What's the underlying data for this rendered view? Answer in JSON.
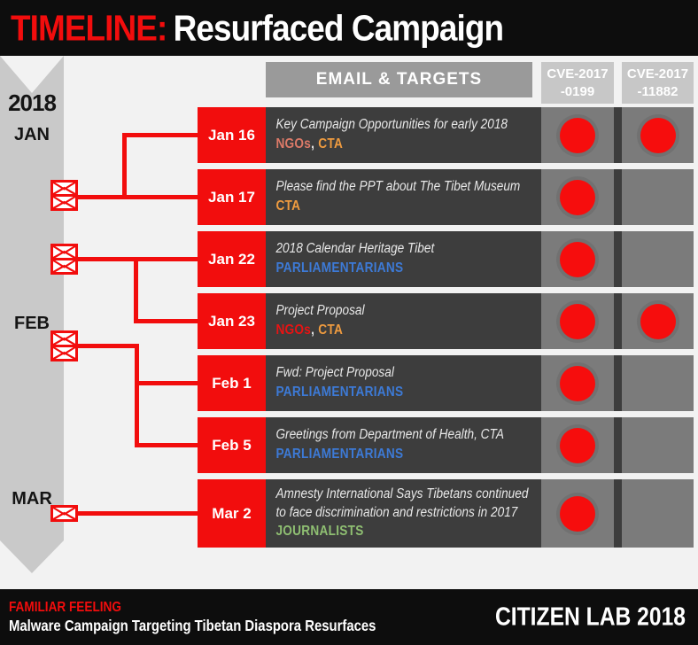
{
  "title": {
    "prefix": "TIMELINE:",
    "text": "Resurfaced Campaign"
  },
  "timeline": {
    "year": "2018",
    "months": [
      "JAN",
      "FEB",
      "MAR"
    ]
  },
  "table": {
    "header": "EMAIL & TARGETS",
    "cve_columns": [
      {
        "line1": "CVE-2017",
        "line2": "-0199"
      },
      {
        "line1": "CVE-2017",
        "line2": "-11882"
      }
    ]
  },
  "envelope_groups": [
    {
      "count": 2
    },
    {
      "count": 2
    },
    {
      "count": 2
    },
    {
      "count": 1
    }
  ],
  "rows": [
    {
      "date": "Jan 16",
      "subject": [
        "Key Campaign Opportunities for early 2018"
      ],
      "targets": [
        {
          "label": "NGOs",
          "color": "#dd7a68"
        },
        {
          "label": ", ",
          "color": "#e8e8e8"
        },
        {
          "label": "CTA",
          "color": "#ef9b3f"
        }
      ],
      "cve": [
        true,
        true
      ]
    },
    {
      "date": "Jan 17",
      "subject": [
        "Please find the PPT about The Tibet Museum"
      ],
      "targets": [
        {
          "label": "CTA",
          "color": "#ef9b3f"
        }
      ],
      "cve": [
        true,
        false
      ]
    },
    {
      "date": "Jan 22",
      "subject": [
        "2018 Calendar Heritage Tibet"
      ],
      "targets": [
        {
          "label": "PARLIAMENTARIANS",
          "color": "#3d7ad6"
        }
      ],
      "cve": [
        true,
        false
      ]
    },
    {
      "date": "Jan 23",
      "subject": [
        "Project Proposal"
      ],
      "targets": [
        {
          "label": "NGOs",
          "color": "#e81313"
        },
        {
          "label": ", ",
          "color": "#e8e8e8"
        },
        {
          "label": "CTA",
          "color": "#ef9b3f"
        }
      ],
      "cve": [
        true,
        true
      ]
    },
    {
      "date": "Feb 1",
      "subject": [
        "Fwd: Project Proposal"
      ],
      "targets": [
        {
          "label": "PARLIAMENTARIANS",
          "color": "#3d7ad6"
        }
      ],
      "cve": [
        true,
        false
      ]
    },
    {
      "date": "Feb 5",
      "subject": [
        "Greetings from Department of Health, CTA"
      ],
      "targets": [
        {
          "label": "PARLIAMENTARIANS",
          "color": "#3d7ad6"
        }
      ],
      "cve": [
        true,
        false
      ]
    },
    {
      "date": "Mar 2",
      "subject": [
        "Amnesty International Says Tibetans continued",
        "to face discrimination and restrictions in 2017"
      ],
      "targets": [
        {
          "label": "JOURNALISTS",
          "color": "#8fbf72"
        }
      ],
      "cve": [
        true,
        false
      ]
    }
  ],
  "footer": {
    "tagline": "FAMILIAR FEELING",
    "subtitle": "Malware Campaign Targeting Tibetan Diaspora Resurfaces",
    "credit": "CITIZEN LAB 2018"
  },
  "colors": {
    "accent": "#f20d0d",
    "page_bg": "#f2f2f2",
    "bar_bg": "#0d0d0d",
    "row_bg": "#3d3d3d",
    "cell_bg": "#7b7b7b",
    "table_header_bg": "#9a9a9a",
    "cve_header_bg": "#c7c7c7",
    "arrow_bg": "#c9c9c9",
    "dot": "#f60d0d",
    "subject_text": "#e8e8e8"
  }
}
